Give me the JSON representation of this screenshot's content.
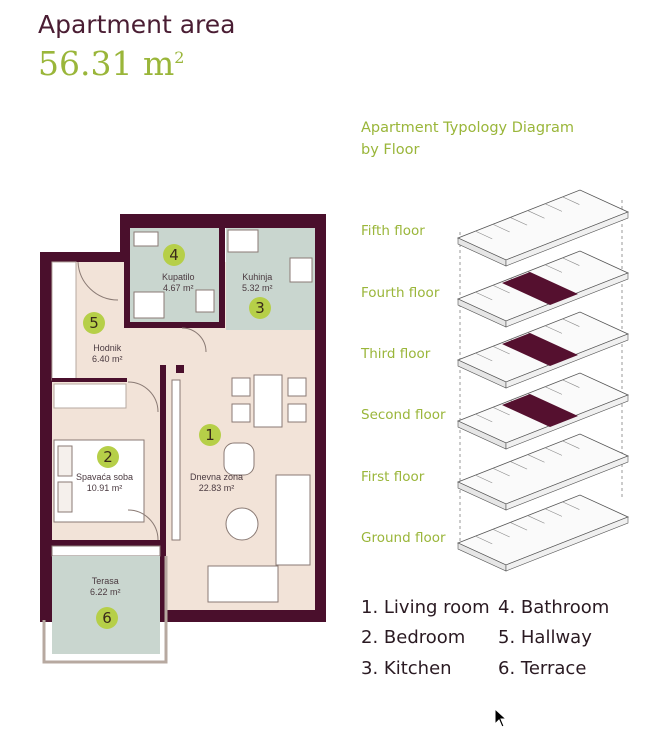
{
  "header": {
    "title": "Apartment area",
    "area_value": "56.31 m",
    "area_sup": "2"
  },
  "rooms": [
    {
      "id": "1",
      "name": "Dnevna zona",
      "area": "22.83 m²"
    },
    {
      "id": "2",
      "name": "Spavaća soba",
      "area": "10.91 m²"
    },
    {
      "id": "3",
      "name": "Kuhinja",
      "area": "5.32 m²"
    },
    {
      "id": "4",
      "name": "Kupatilo",
      "area": "4.67 m²"
    },
    {
      "id": "5",
      "name": "Hodnik",
      "area": "6.40 m²"
    },
    {
      "id": "6",
      "name": "Terasa",
      "area": "6.22 m²"
    }
  ],
  "diagram": {
    "title_line1": "Apartment Typology Diagram",
    "title_line2": "by Floor",
    "floors": [
      "Fifth floor",
      "Fourth floor",
      "Third floor",
      "Second floor",
      "First floor",
      "Ground floor"
    ],
    "highlight_color": "#55102f"
  },
  "legend": [
    "1. Living room",
    "2. Bedroom",
    "3. Kitchen",
    "4. Bathroom",
    "5. Hallway",
    "6. Terrace"
  ],
  "colors": {
    "accent": "#9ab63a",
    "wall": "#4a0f2c",
    "floor": "#f2e3d8",
    "tile": "#c9d6cf",
    "marker": "#b6cf48"
  }
}
